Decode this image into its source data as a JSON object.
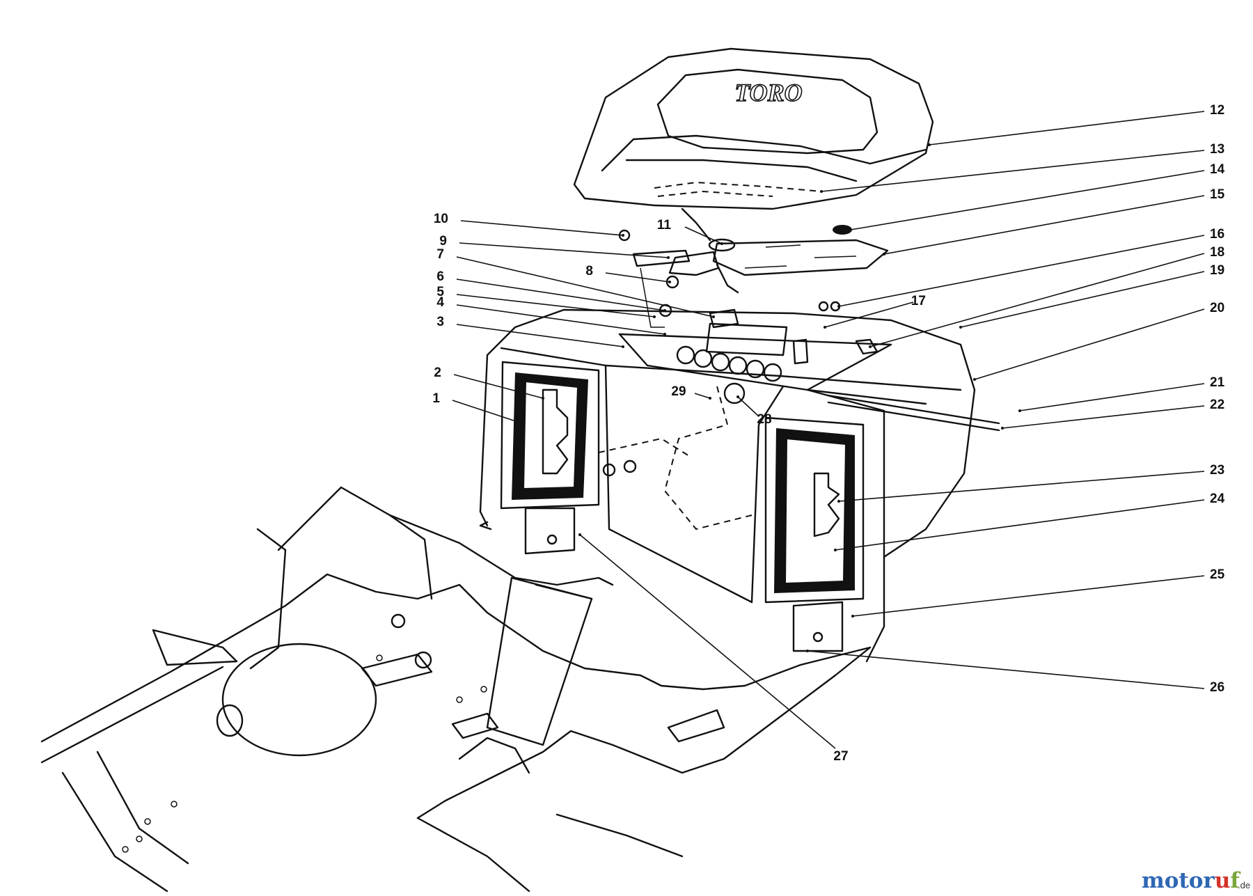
{
  "diagram": {
    "seat_logo": "TORO",
    "watermark": {
      "text": "motoruf",
      "suffix": ".de",
      "colors": [
        "#2e67b3",
        "#d4322a",
        "#7aa63a"
      ]
    },
    "callouts": [
      {
        "id": "p1",
        "label": "1"
      },
      {
        "id": "p2",
        "label": "2"
      },
      {
        "id": "p3",
        "label": "3"
      },
      {
        "id": "p4",
        "label": "4"
      },
      {
        "id": "p5",
        "label": "5"
      },
      {
        "id": "p6",
        "label": "6"
      },
      {
        "id": "p7",
        "label": "7"
      },
      {
        "id": "p8",
        "label": "8"
      },
      {
        "id": "p9",
        "label": "9"
      },
      {
        "id": "p10",
        "label": "10"
      },
      {
        "id": "p11",
        "label": "11"
      },
      {
        "id": "p12",
        "label": "12"
      },
      {
        "id": "p13",
        "label": "13"
      },
      {
        "id": "p14",
        "label": "14"
      },
      {
        "id": "p15",
        "label": "15"
      },
      {
        "id": "p16",
        "label": "16"
      },
      {
        "id": "p17",
        "label": "17"
      },
      {
        "id": "p18",
        "label": "18"
      },
      {
        "id": "p19",
        "label": "19"
      },
      {
        "id": "p20",
        "label": "20"
      },
      {
        "id": "p21",
        "label": "21"
      },
      {
        "id": "p22",
        "label": "22"
      },
      {
        "id": "p23",
        "label": "23"
      },
      {
        "id": "p24",
        "label": "24"
      },
      {
        "id": "p25",
        "label": "25"
      },
      {
        "id": "p26",
        "label": "26"
      },
      {
        "id": "p27",
        "label": "27"
      },
      {
        "id": "p28",
        "label": "28"
      },
      {
        "id": "p29",
        "label": "29"
      }
    ]
  }
}
